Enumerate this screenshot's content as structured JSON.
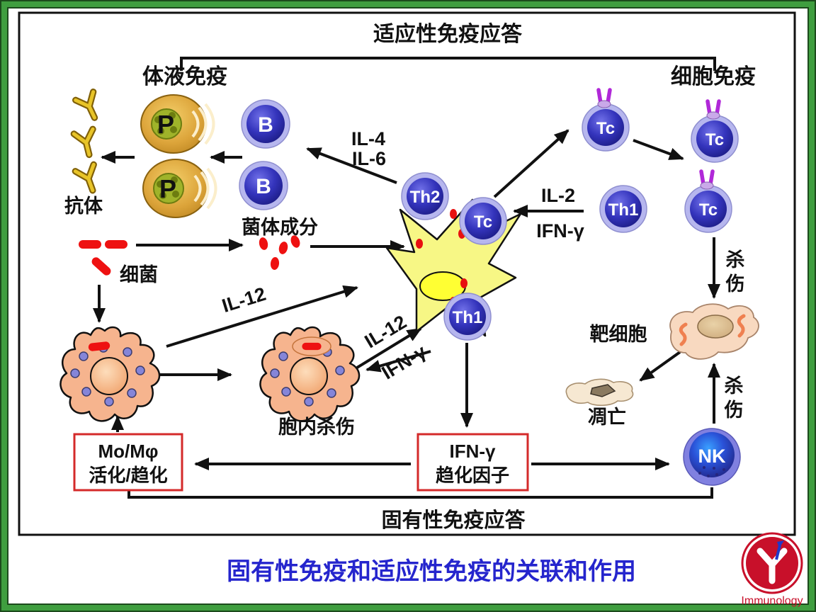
{
  "labels": {
    "adaptive": "适应性免疫应答",
    "innate": "固有性免疫应答",
    "humoral": "体液免疫",
    "cellular": "细胞免疫",
    "antibody": "抗体",
    "bacteria": "细菌",
    "components": "菌体成分",
    "intracellular_killing": "胞内杀伤",
    "target_cell": "靶细胞",
    "apoptosis": "凋亡",
    "kill_char1": "杀",
    "kill_char2": "伤"
  },
  "cytokines": {
    "il4": "IL-4",
    "il6": "IL-6",
    "il2": "IL-2",
    "il12": "IL-12",
    "ifng": "IFN-γ"
  },
  "boxes": {
    "mo_line1": "Mo/Mφ",
    "mo_line2": "活化/趋化",
    "ifn_line1": "IFN-γ",
    "ifn_line2": "趋化因子"
  },
  "cells": {
    "plasma": "P",
    "b": "B",
    "th2": "Th2",
    "tc": "Tc",
    "th1": "Th1",
    "nk": "NK"
  },
  "footer": {
    "title": "固有性免疫和适应性免疫的关联和作用",
    "logo_text": "Immunology"
  },
  "colors": {
    "frame_green": "#3f9e3f",
    "frame_dark_green": "#1c4a1c",
    "diagram_border": "#111111",
    "arrow_black": "#111111",
    "title_blue": "#2525cd",
    "red_box_border": "#d42a2a",
    "bacteria_red": "#ee1111",
    "cell_blue_dark": "#2424a8",
    "cell_ring_lavender": "#b6b6ee",
    "plasma_gold": "#dca43a",
    "macrophage_peach": "#f6b48e",
    "dendritic_yellow": "#f7f785",
    "target_peach": "#f8d9c0",
    "logo_red": "#c8102a",
    "logo_arrow_blue": "#2238c8",
    "receptor_purple": "#b028d8"
  }
}
